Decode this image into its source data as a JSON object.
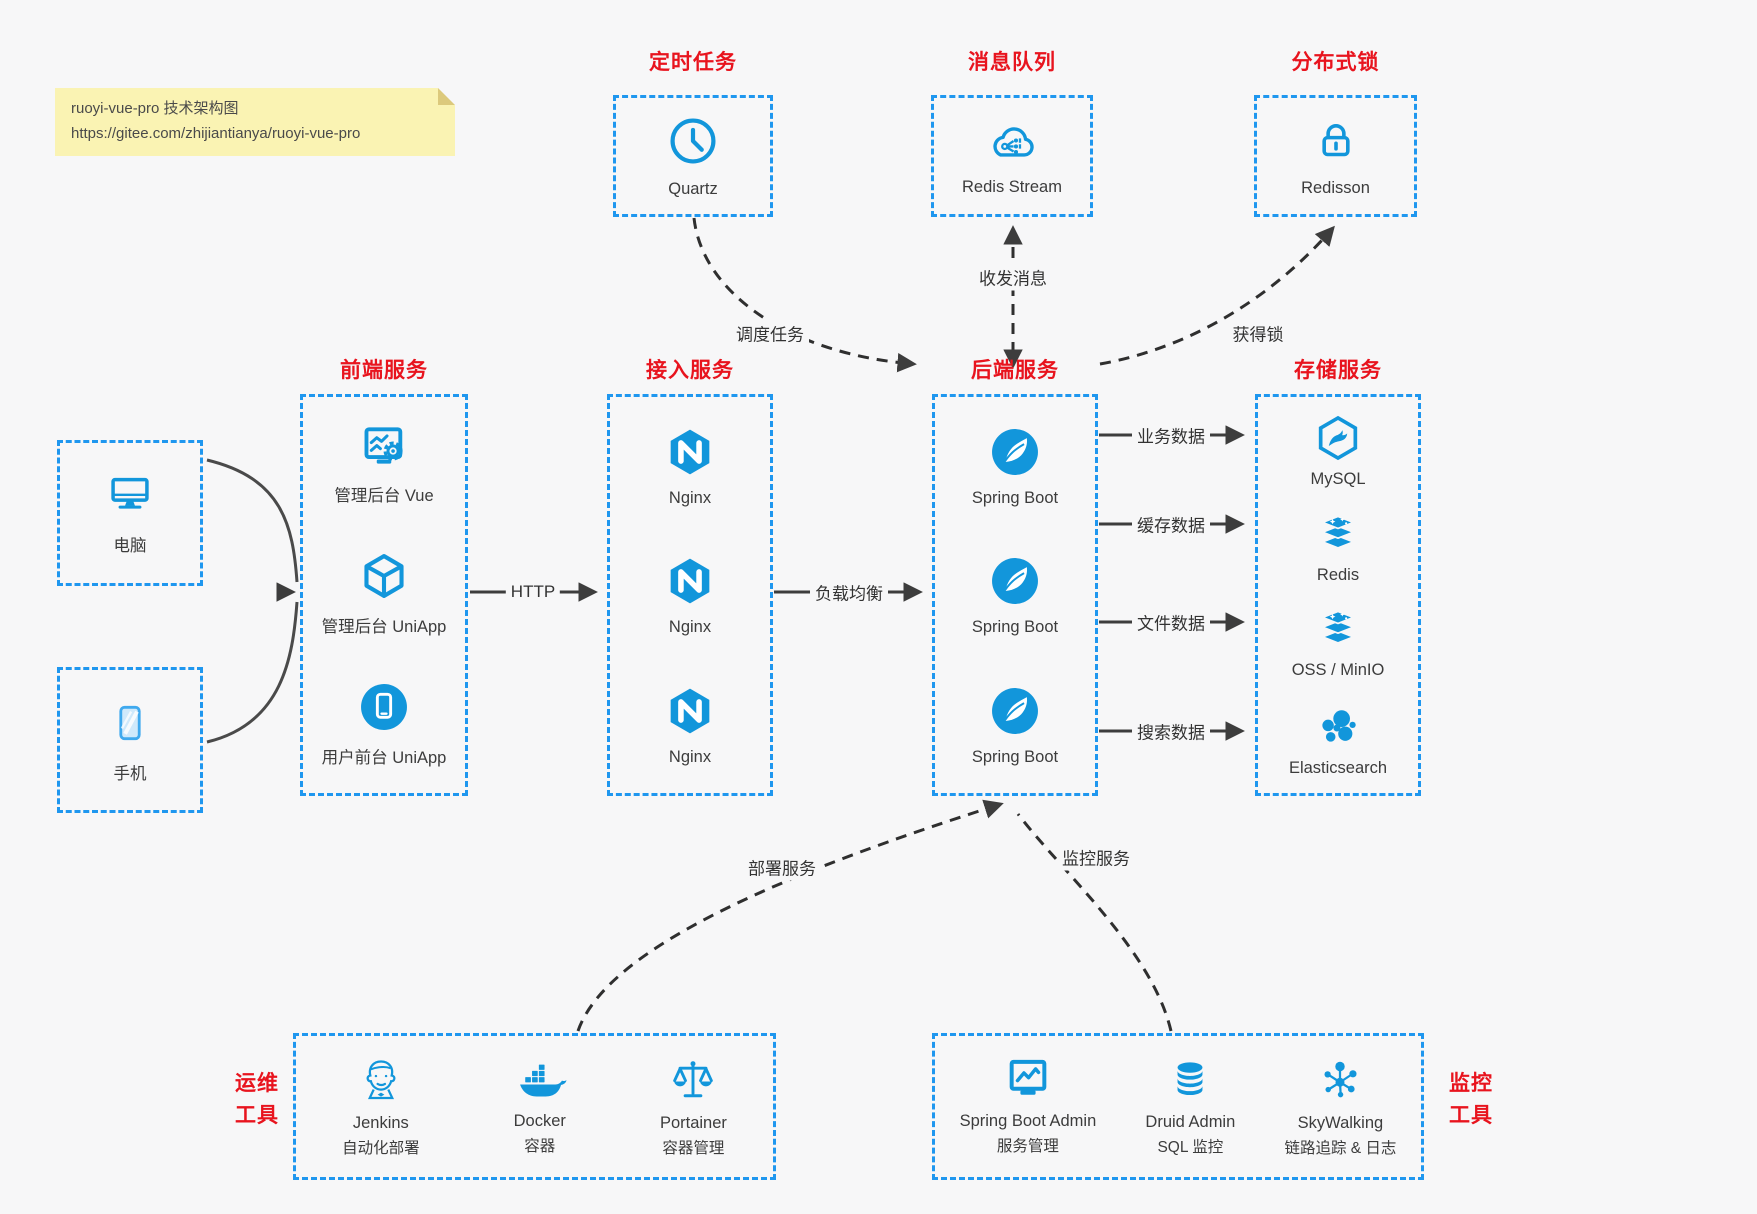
{
  "colors": {
    "accent_blue": "#1296db",
    "border_blue": "#1f97ef",
    "title_red": "#e8141e",
    "note_bg": "#faf3b3",
    "background": "#f7f7f8",
    "connector_dark": "#3d3d3d"
  },
  "note": {
    "line1": "ruoyi-vue-pro 技术架构图",
    "line2": "https://gitee.com/zhijiantianya/ruoyi-vue-pro"
  },
  "top_services": [
    {
      "title": "定时任务",
      "label": "Quartz",
      "icon": "clock-icon"
    },
    {
      "title": "消息队列",
      "label": "Redis Stream",
      "icon": "cloud-network-icon"
    },
    {
      "title": "分布式锁",
      "label": "Redisson",
      "icon": "lock-icon"
    }
  ],
  "clients": [
    {
      "label": "电脑",
      "icon": "desktop-icon"
    },
    {
      "label": "手机",
      "icon": "smartphone-icon"
    }
  ],
  "frontend": {
    "title": "前端服务",
    "items": [
      {
        "label": "管理后台 Vue",
        "icon": "admin-vue-icon"
      },
      {
        "label": "管理后台 UniApp",
        "icon": "uniapp-cube-icon"
      },
      {
        "label": "用户前台 UniApp",
        "icon": "user-app-icon"
      }
    ]
  },
  "gateway": {
    "title": "接入服务",
    "items": [
      {
        "label": "Nginx",
        "icon": "nginx-icon"
      },
      {
        "label": "Nginx",
        "icon": "nginx-icon"
      },
      {
        "label": "Nginx",
        "icon": "nginx-icon"
      }
    ]
  },
  "backend": {
    "title": "后端服务",
    "items": [
      {
        "label": "Spring Boot",
        "icon": "spring-boot-icon"
      },
      {
        "label": "Spring Boot",
        "icon": "spring-boot-icon"
      },
      {
        "label": "Spring Boot",
        "icon": "spring-boot-icon"
      }
    ]
  },
  "storage": {
    "title": "存储服务",
    "items": [
      {
        "label": "MySQL",
        "icon": "mysql-icon"
      },
      {
        "label": "Redis",
        "icon": "redis-stack-icon"
      },
      {
        "label": "OSS / MinIO",
        "icon": "storage-stack-icon"
      },
      {
        "label": "Elasticsearch",
        "icon": "elasticsearch-icon"
      }
    ]
  },
  "edges": {
    "http": "HTTP",
    "load_balance": "负载均衡",
    "schedule_task": "调度任务",
    "send_receive_message": "收发消息",
    "acquire_lock": "获得锁",
    "business_data": "业务数据",
    "cache_data": "缓存数据",
    "file_data": "文件数据",
    "search_data": "搜索数据",
    "deploy_service": "部署服务",
    "monitor_service": "监控服务"
  },
  "ops_tools": {
    "title_line1": "运维",
    "title_line2": "工具",
    "items": [
      {
        "name": "Jenkins",
        "desc": "自动化部署",
        "icon": "jenkins-icon"
      },
      {
        "name": "Docker",
        "desc": "容器",
        "icon": "docker-icon"
      },
      {
        "name": "Portainer",
        "desc": "容器管理",
        "icon": "portainer-icon"
      }
    ]
  },
  "monitor_tools": {
    "title_line1": "监控",
    "title_line2": "工具",
    "items": [
      {
        "name": "Spring Boot Admin",
        "desc": "服务管理",
        "icon": "spring-boot-admin-icon"
      },
      {
        "name": "Druid Admin",
        "desc": "SQL 监控",
        "icon": "druid-icon"
      },
      {
        "name": "SkyWalking",
        "desc": "链路追踪 & 日志",
        "icon": "skywalking-icon"
      }
    ]
  }
}
